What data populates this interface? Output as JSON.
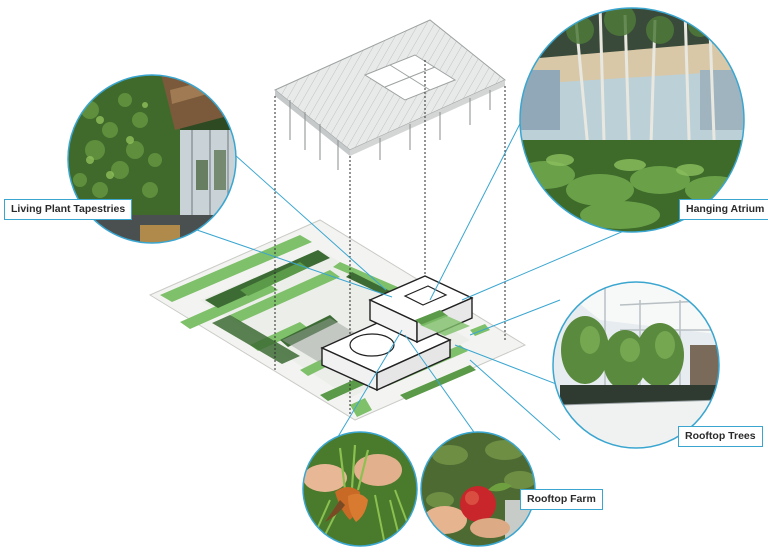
{
  "labels": {
    "living_plant_tapestries": "Living Plant Tapestries",
    "hanging_atrium": "Hanging Atrium",
    "rooftop_trees": "Rooftop Trees",
    "rooftop_farm": "Rooftop Farm"
  },
  "colors": {
    "leader_line": "#3aa6d0",
    "green_light": "#7fc06a",
    "green_mid": "#5a9a48",
    "green_dark": "#3d6b34",
    "ground": "#f1f2ef",
    "grid_roof": "#b9bcbc"
  }
}
